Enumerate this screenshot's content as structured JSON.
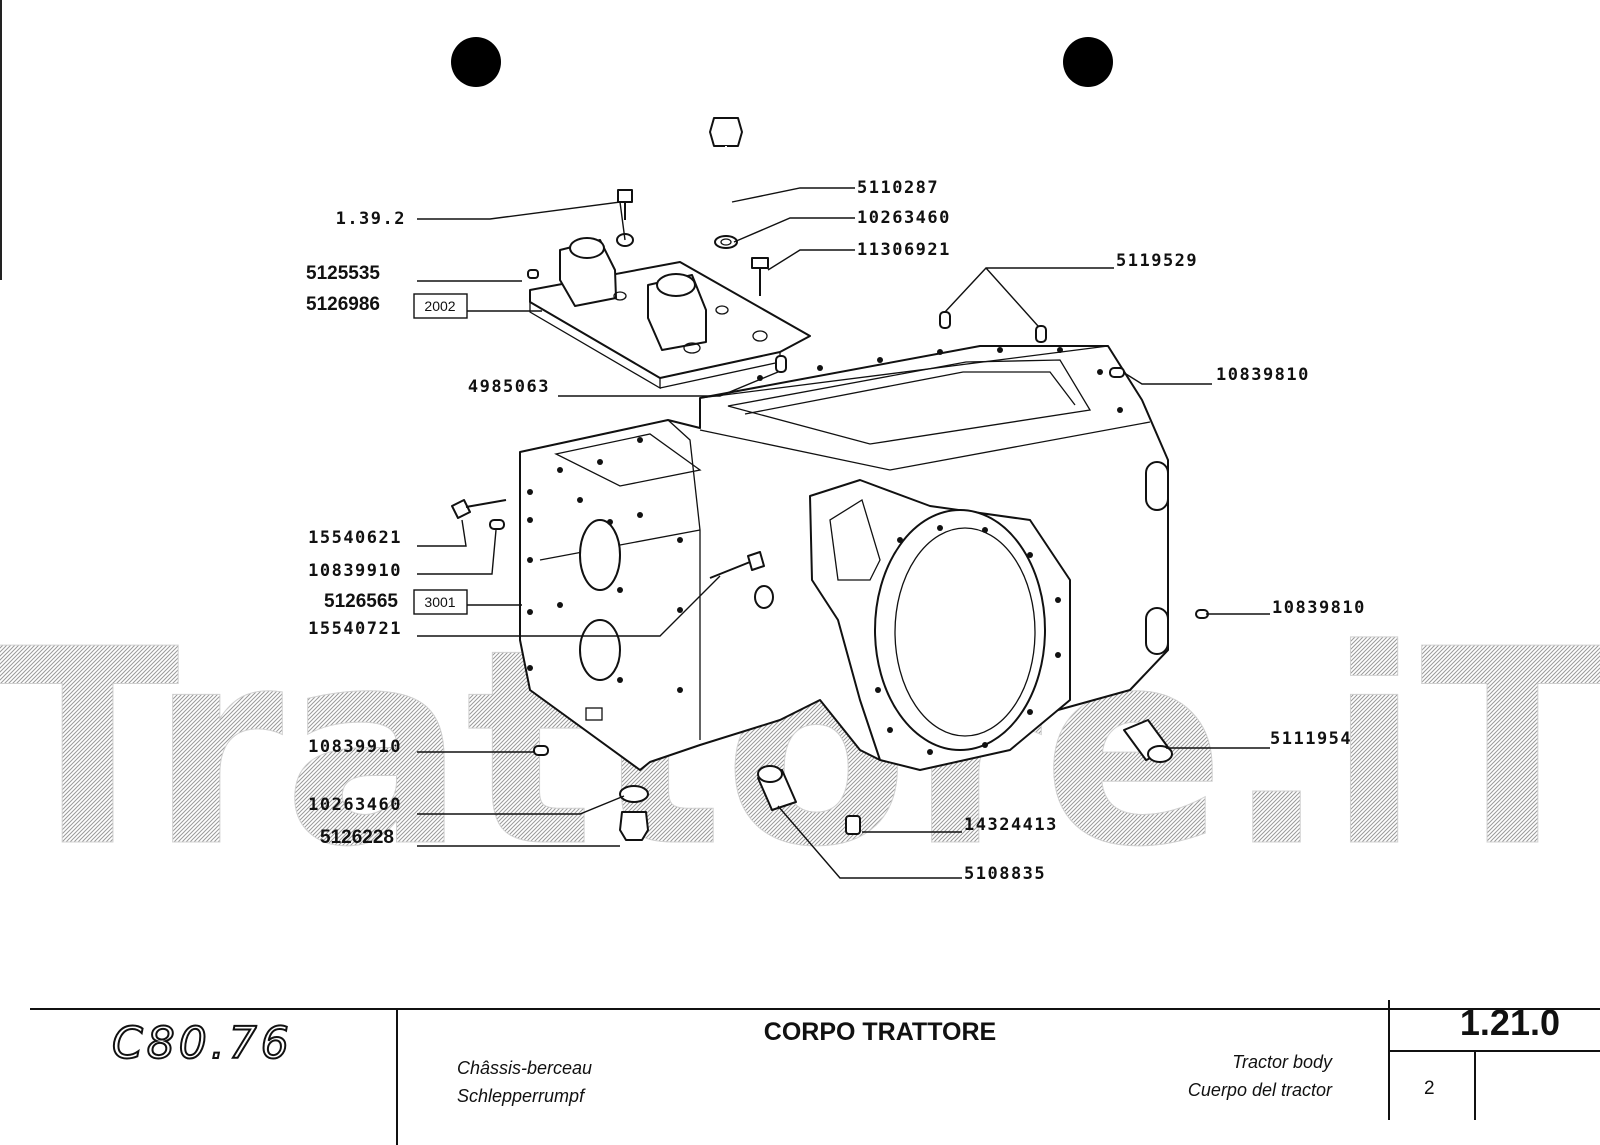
{
  "watermark": "Trattore.iT",
  "callouts": [
    {
      "id": "c1",
      "text": "1.39.2"
    },
    {
      "id": "c2",
      "text": "5110287"
    },
    {
      "id": "c3",
      "text": "10263460"
    },
    {
      "id": "c4",
      "text": "11306921"
    },
    {
      "id": "c5",
      "text": "5119529"
    },
    {
      "id": "c6",
      "text": "5125535"
    },
    {
      "id": "c7",
      "text": "5126986"
    },
    {
      "id": "c8",
      "text": "4985063"
    },
    {
      "id": "c9",
      "text": "10839810"
    },
    {
      "id": "c10",
      "text": "15540621"
    },
    {
      "id": "c11",
      "text": "10839910"
    },
    {
      "id": "c12",
      "text": "5126565"
    },
    {
      "id": "c13",
      "text": "15540721"
    },
    {
      "id": "c14",
      "text": "10839810"
    },
    {
      "id": "c15",
      "text": "10839910"
    },
    {
      "id": "c16",
      "text": "5111954"
    },
    {
      "id": "c17",
      "text": "10263460"
    },
    {
      "id": "c18",
      "text": "14324413"
    },
    {
      "id": "c19",
      "text": "5126228"
    },
    {
      "id": "c20",
      "text": "5108835"
    }
  ],
  "boxed_codes": {
    "b1": "2002",
    "b2": "3001"
  },
  "title_block": {
    "model": "C80.76",
    "title_it": "CORPO TRATTORE",
    "title_fr": "Châssis-berceau",
    "title_de": "Schlepperrumpf",
    "title_en": "Tractor body",
    "title_es": "Cuerpo del tractor",
    "section_code": "1.21.0",
    "sheet": "2"
  }
}
